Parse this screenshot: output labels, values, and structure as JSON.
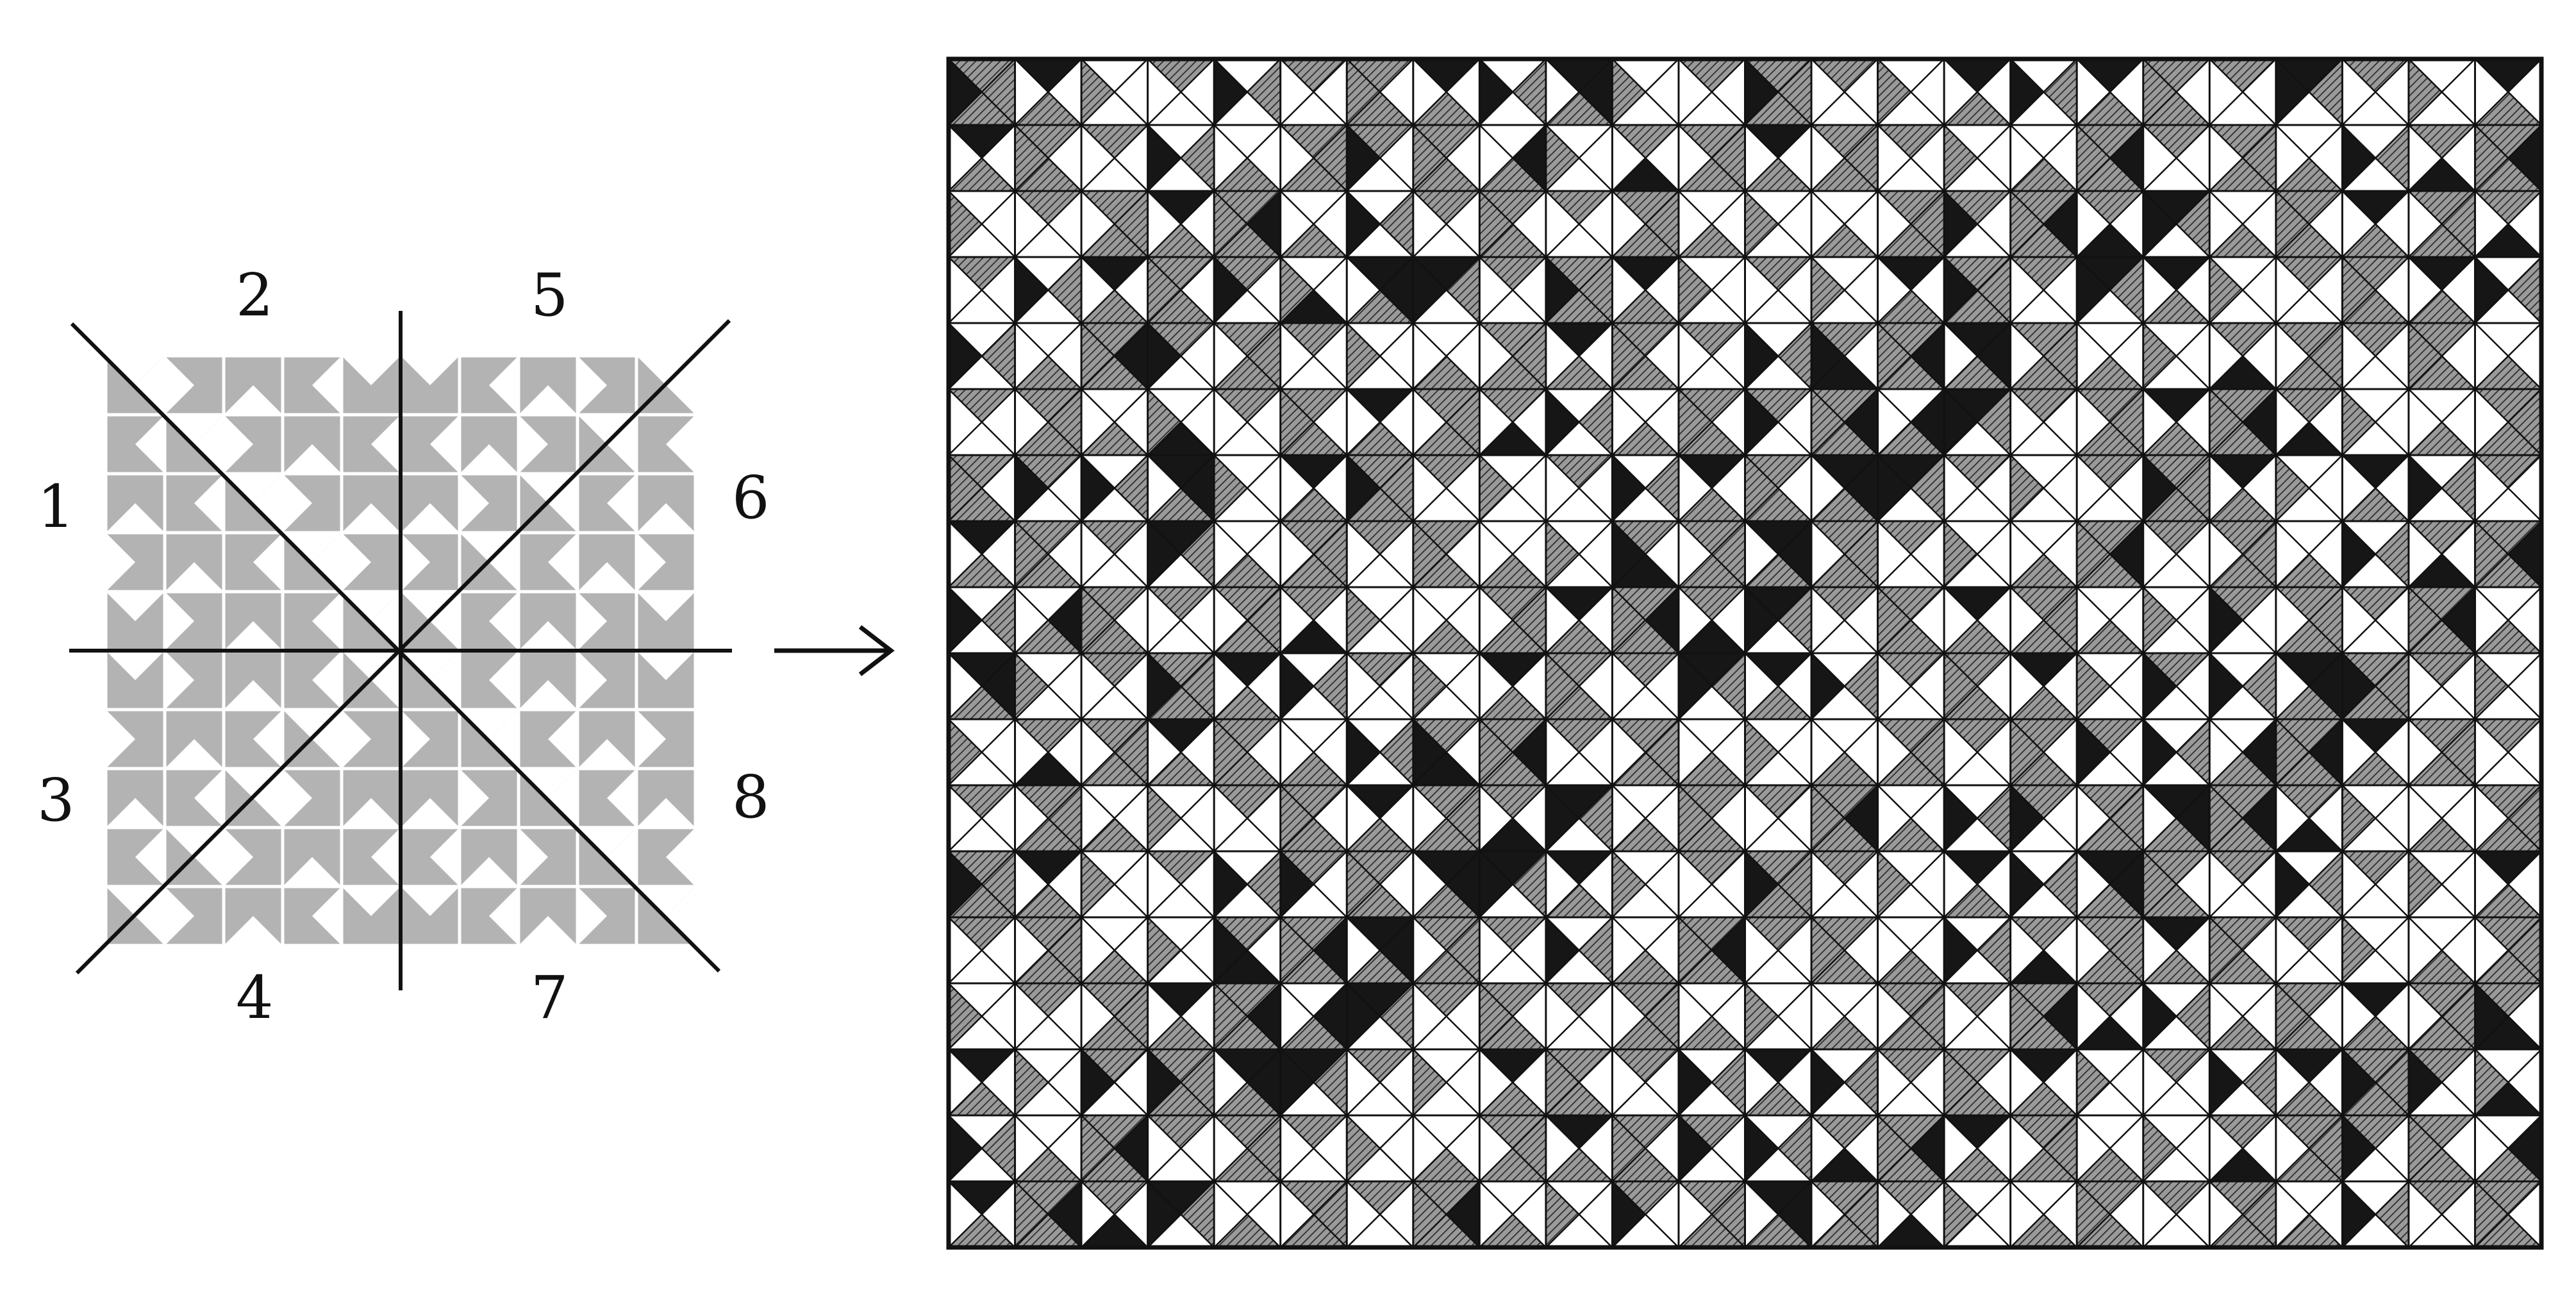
{
  "left_diagram": {
    "region_labels": [
      "1",
      "2",
      "3",
      "4",
      "5",
      "6",
      "7",
      "8"
    ],
    "tile_color": "#b3b3b3",
    "grid_line_color": "#ffffff",
    "axis_line_color": "#111111",
    "grid_cells": 10
  },
  "arrow": {
    "symbol": "right-arrow"
  },
  "right_tiling": {
    "rows": 18,
    "cols": 24,
    "colors": {
      "dark": "#161616",
      "hatched": "#7a7a7a",
      "light": "#ffffff",
      "ink": "#111111"
    }
  }
}
